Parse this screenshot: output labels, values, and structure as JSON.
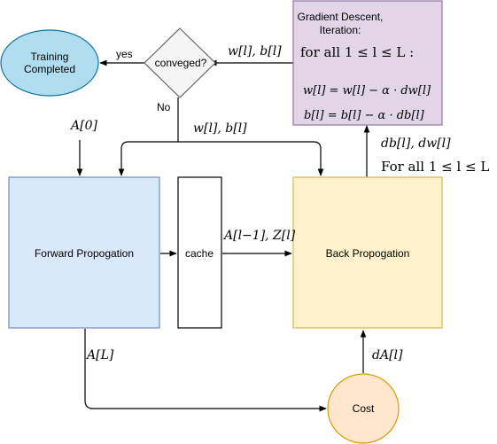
{
  "nodes": {
    "training_completed": {
      "line1": "Training",
      "line2": "Completed",
      "fill": "#b1ddf0",
      "stroke": "#10739e"
    },
    "converged": {
      "label": "conveged?",
      "fill": "#f5f5f5",
      "stroke": "#666666"
    },
    "gradient_descent": {
      "title1": "Gradient Descent,",
      "title2": "Iteration:",
      "loop": "for all 1 ≤ l ≤ L :",
      "update_w": "w[l] = w[l] − α · dw[l]",
      "update_b": "b[l] = b[l] − α · db[l]",
      "fill": "#e1d5e7",
      "stroke": "#9673a6"
    },
    "forward": {
      "label": "Forward Propogation",
      "fill": "#dae8fc",
      "stroke": "#6c8ebf"
    },
    "cache": {
      "label": "cache",
      "fill": "#ffffff",
      "stroke": "#000000"
    },
    "backward": {
      "label": "Back Propogation",
      "fill": "#fff2cc",
      "stroke": "#d6b656"
    },
    "cost": {
      "label": "Cost",
      "fill": "#ffe6cc",
      "stroke": "#d79b00"
    }
  },
  "edges": {
    "yes": "yes",
    "no": "No",
    "wb_top": "w[l], b[l]",
    "wb_mid": "w[l], b[l]",
    "a0": "A[0]",
    "al": "A[L]",
    "cache_out": "A[l−1], Z[l]",
    "grads": "db[l], dw[l]",
    "grads_loop": "For all 1 ≤ l ≤ L",
    "dal": "dA[l]"
  }
}
